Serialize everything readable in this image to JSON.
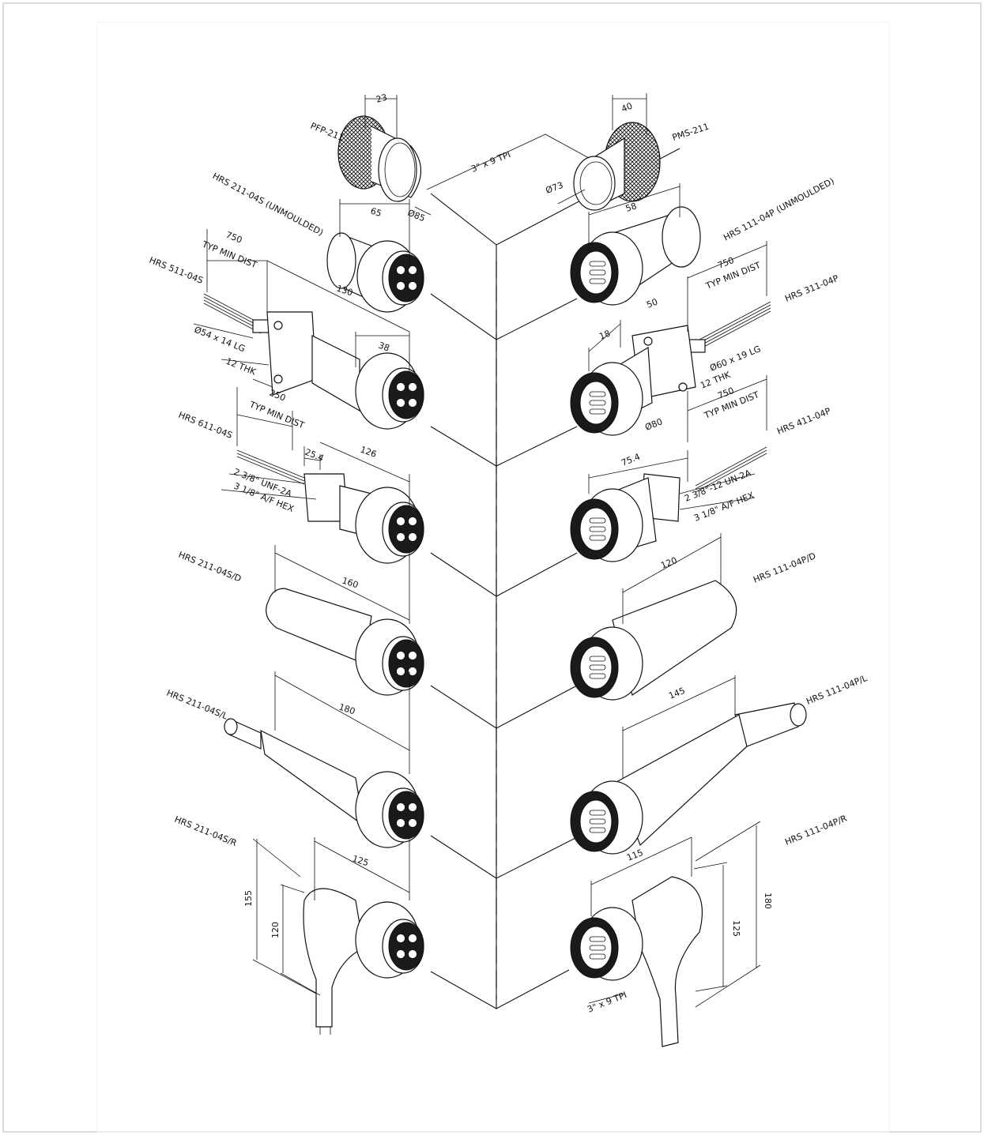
{
  "colors": {
    "ink": "#111111",
    "face": "#1a1a1a",
    "paper": "#ffffff"
  },
  "labels": {
    "pfp": "PFP-211",
    "pms": "PMS-211",
    "thread_top": "3\" x 9 TPI",
    "dia73": "Ø73",
    "dia85": "Ø85",
    "dim23": "23",
    "dim40": "40",
    "hrs211_unmoulded": "HRS 211-04S (UNMOULDED)",
    "hrs111_unmoulded": "HRS 111-04P (UNMOULDED)",
    "dim65": "65",
    "dim58": "58",
    "hrs511": "HRS 511-04S",
    "hrs311": "HRS 311-04P",
    "l750_a": "750",
    "typmin_a": "TYP MIN DIST",
    "l750_b": "750",
    "typmin_b": "TYP MIN DIST",
    "dim130": "130",
    "dim38": "38",
    "dim50": "50",
    "dim18": "18",
    "dia54": "Ø54 x 14 LG",
    "dia60": "Ø60 x 19 LG",
    "thk_a": "12 THK",
    "thk_b": "12 THK",
    "dia80": "Ø80",
    "hrs611": "HRS 611-04S",
    "hrs411": "HRS 411-04P",
    "l250": "250",
    "typmin_c": "TYP MIN DIST",
    "l750_c": "750",
    "typmin_d": "TYP MIN DIST",
    "dim254": "25.4",
    "dim126": "126",
    "dim754": "75.4",
    "unf_a": "2 3/8\" UNF-2A",
    "hex_a": "3 1/8\" A/F HEX",
    "un_b": "2 3/8\"-12 UN-2A",
    "hex_b": "3 1/8\" A/F HEX",
    "hrs211d": "HRS 211-04S/D",
    "hrs111d": "HRS 111-04P/D",
    "dim160": "160",
    "dim120": "120",
    "hrs211l": "HRS 211-04S/L",
    "hrs111l": "HRS 111-04P/L",
    "dim180": "180",
    "dim145": "145",
    "hrs211r": "HRS 211-04S/R",
    "hrs111r": "HRS 111-04P/R",
    "dim125": "125",
    "dim115": "115",
    "dim155": "155",
    "dim120b": "120",
    "dim125v": "125",
    "dim180v": "180",
    "thread_bottom": "3\" x 9 TPI"
  }
}
